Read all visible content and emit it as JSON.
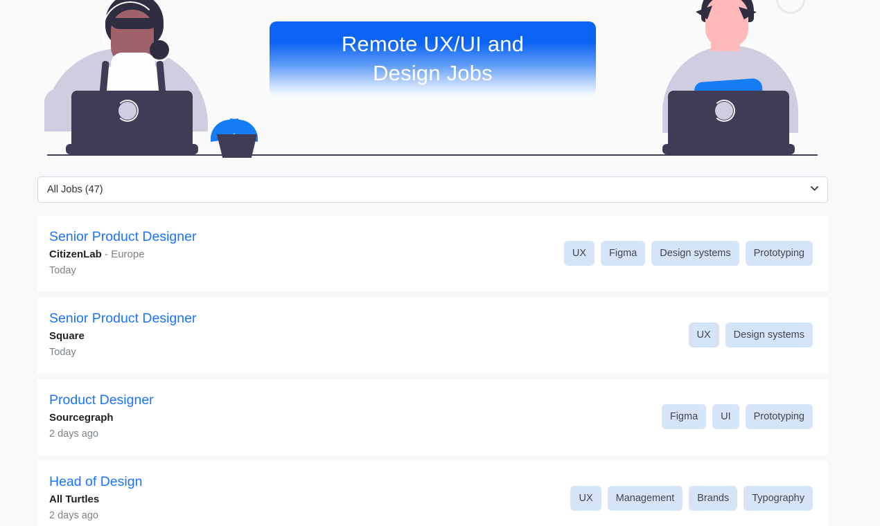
{
  "hero": {
    "title_line_1": "Remote UX/UI and",
    "title_line_2": "Design Jobs",
    "banner_color": "#0b63f3"
  },
  "filter": {
    "selected": "All Jobs (47)",
    "options": [
      "All Jobs (47)"
    ],
    "chevron_icon": "chevron-down-icon"
  },
  "jobs": [
    {
      "title": "Senior Product Designer",
      "company": "CitizenLab",
      "separator": " - ",
      "location": "Europe",
      "date": "Today",
      "tags": [
        "UX",
        "Figma",
        "Design systems",
        "Prototyping"
      ]
    },
    {
      "title": "Senior Product Designer",
      "company": "Square",
      "separator": "",
      "location": "",
      "date": "Today",
      "tags": [
        "UX",
        "Design systems"
      ]
    },
    {
      "title": "Product Designer",
      "company": "Sourcegraph",
      "separator": "",
      "location": "",
      "date": "2 days ago",
      "tags": [
        "Figma",
        "UI",
        "Prototyping"
      ]
    },
    {
      "title": "Head of Design",
      "company": "All Turtles",
      "separator": "",
      "location": "",
      "date": "2 days ago",
      "tags": [
        "UX",
        "Management",
        "Brands",
        "Typography"
      ]
    }
  ],
  "colors": {
    "link": "#1a73ff",
    "tag_bg": "#d6e4f7",
    "page_bg": "#f7f8f9"
  }
}
